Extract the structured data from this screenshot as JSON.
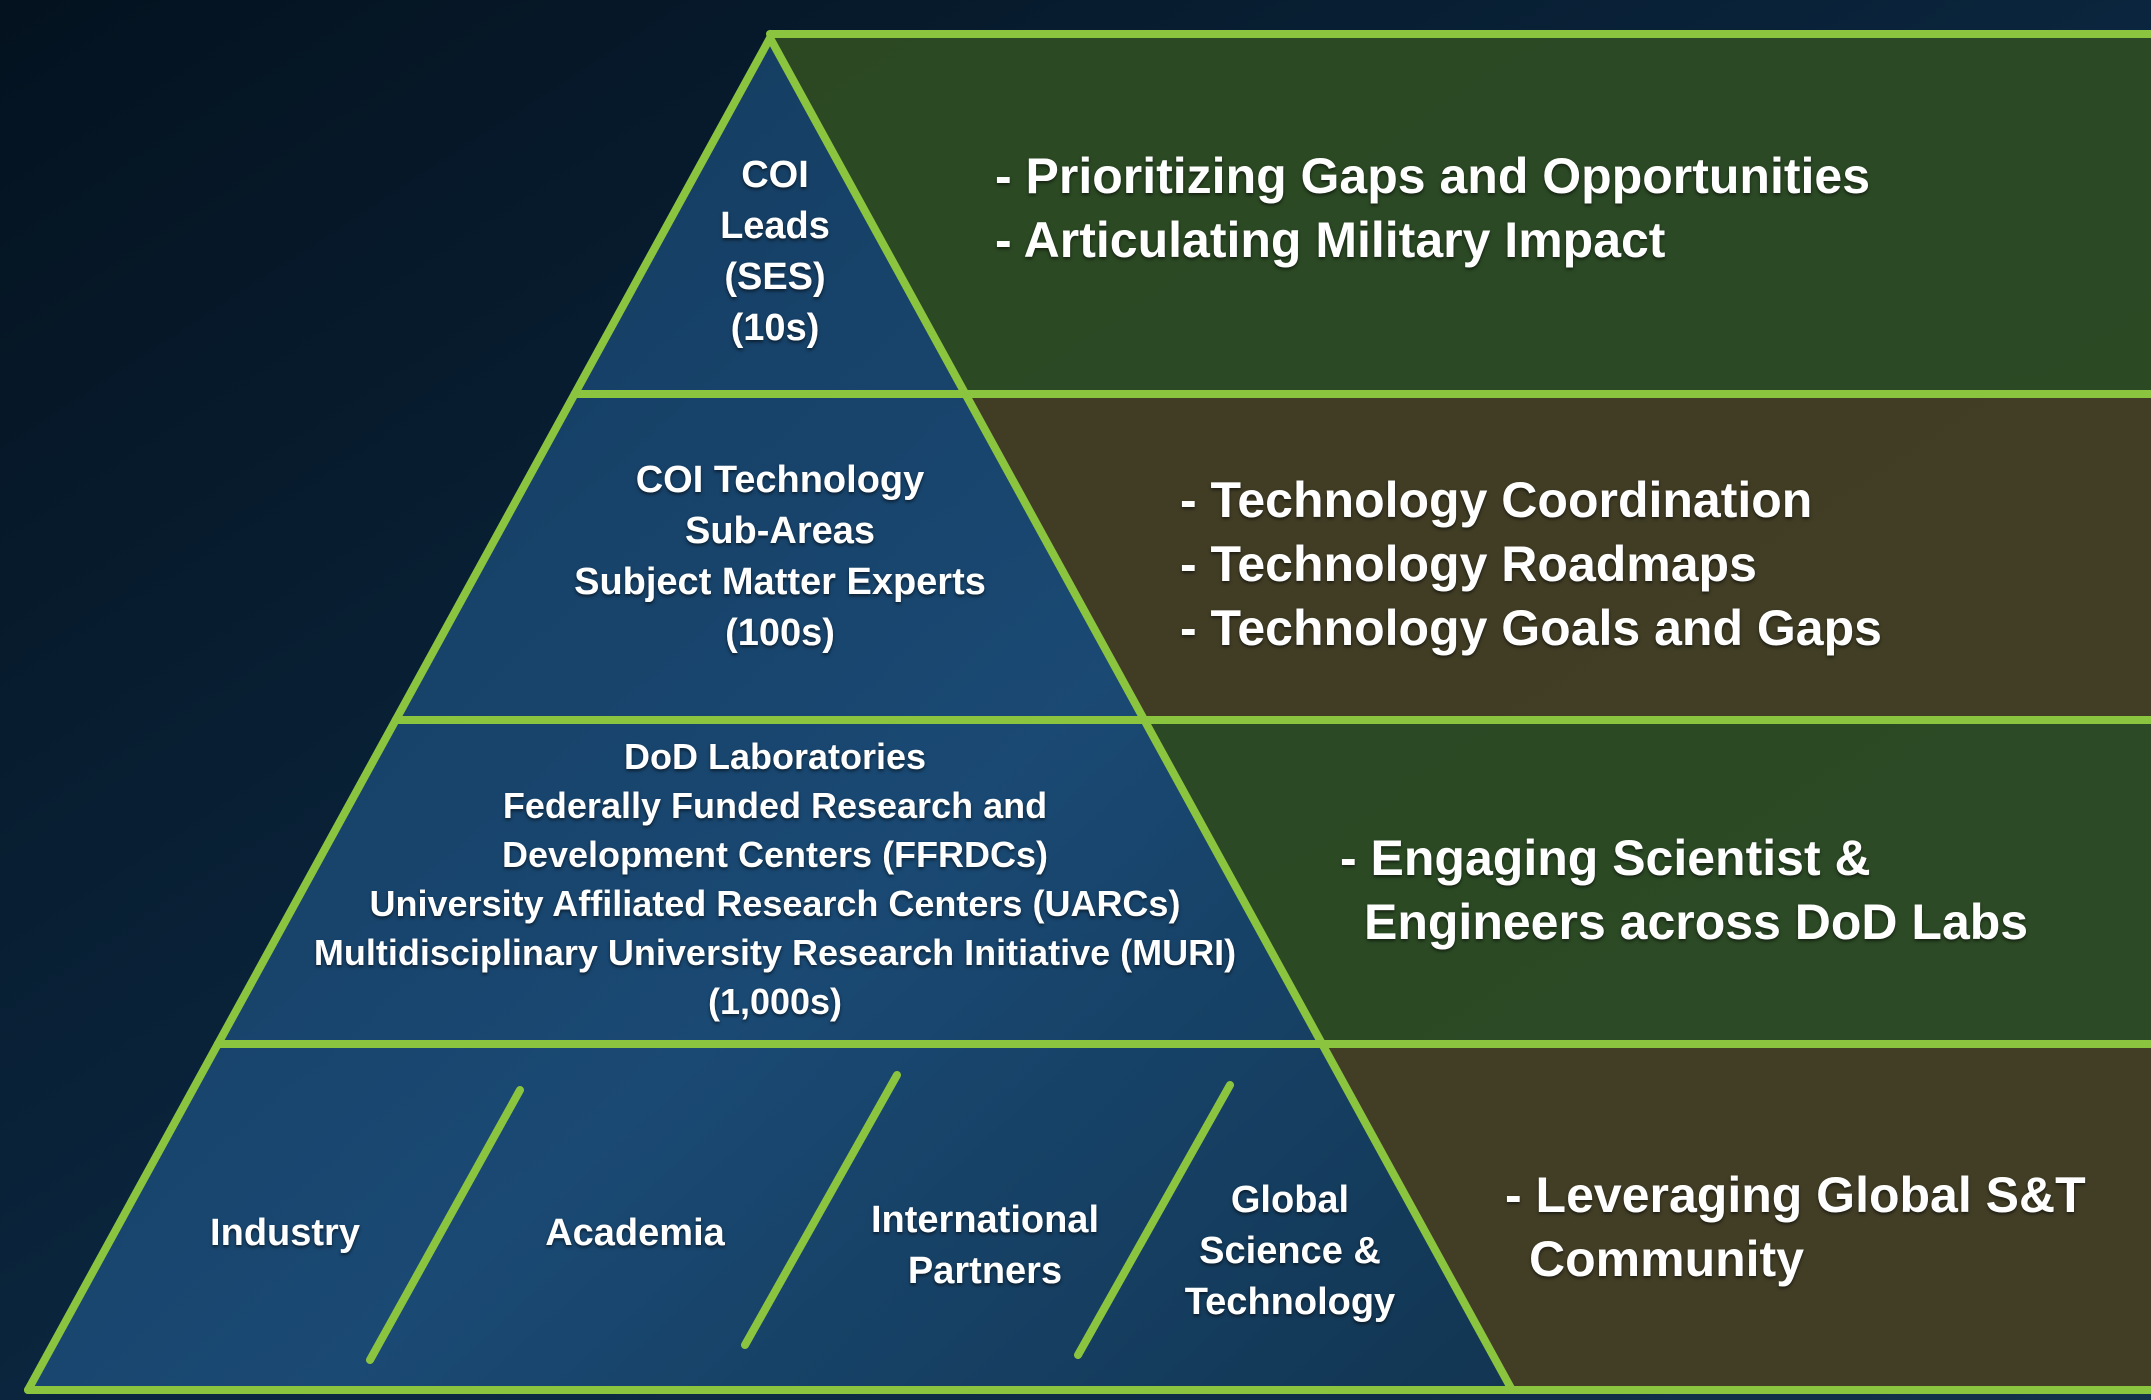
{
  "colors": {
    "border": "#8bc53f",
    "band_green": "#2e4c22",
    "band_brown": "#463f23",
    "background": "#0a2035",
    "pyramid_fill": "#174268"
  },
  "tiers": [
    {
      "name": "top",
      "pyramid_lines": [
        "COI",
        "Leads",
        "(SES)",
        "(10s)"
      ],
      "bullets": [
        "- Prioritizing Gaps and Opportunities",
        "- Articulating Military Impact"
      ],
      "band_color": "green"
    },
    {
      "name": "second",
      "pyramid_lines": [
        "COI Technology",
        "Sub-Areas",
        "Subject Matter Experts",
        "(100s)"
      ],
      "bullets": [
        "- Technology Coordination",
        "- Technology Roadmaps",
        "- Technology Goals and Gaps"
      ],
      "band_color": "brown"
    },
    {
      "name": "third",
      "pyramid_lines": [
        "DoD Laboratories",
        "Federally Funded Research and",
        "Development Centers (FFRDCs)",
        "University Affiliated Research Centers (UARCs)",
        "Multidisciplinary University Research Initiative (MURI)",
        "(1,000s)"
      ],
      "bullets": [
        "- Engaging Scientist &",
        "Engineers across DoD Labs"
      ],
      "band_color": "green"
    },
    {
      "name": "base",
      "segments": [
        {
          "lines": [
            "Industry"
          ]
        },
        {
          "lines": [
            "Academia"
          ]
        },
        {
          "lines": [
            "International",
            "Partners"
          ]
        },
        {
          "lines": [
            "Global",
            "Science &",
            "Technology"
          ]
        }
      ],
      "bullets": [
        "- Leveraging Global S&T",
        "Community"
      ],
      "band_color": "brown"
    }
  ]
}
